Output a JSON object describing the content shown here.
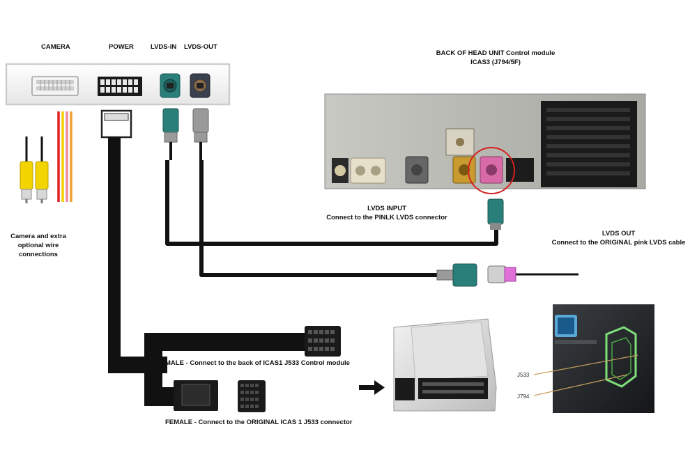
{
  "labels": {
    "camera": "CAMERA",
    "power": "POWER",
    "lvds_in": "LVDS-IN",
    "lvds_out": "LVDS-OUT",
    "head_unit_line1": "BACK OF HEAD UNIT Control module",
    "head_unit_line2": "ICAS3 (J794/5F)",
    "camera_extra_line1": "Camera and extra",
    "camera_extra_line2": "optional wire",
    "camera_extra_line3": "connections",
    "lvds_input_line1": "LVDS  INPUT",
    "lvds_input_line2": "Connect to the PINLK LVDS connector",
    "lvds_out_line1": "LVDS OUT",
    "lvds_out_line2": "Connect to the ORIGINAL pink  LVDS cable",
    "male": "MALE - Connect to the back of ICAS1 J533 Control module",
    "female": "FEMALE  - Connect to the ORIGINAL ICAS 1 J533 connector",
    "j533": "J533",
    "j794": "J794"
  },
  "colors": {
    "cable": "#111111",
    "lvds_teal": "#2a7f7a",
    "lvds_grey": "#8a8a8a",
    "lvds_pink": "#d86aa8",
    "lvds_gold": "#c99a30",
    "rca_yellow": "#f2d400",
    "wire_red": "#e02020",
    "wire_yellow": "#f4d000",
    "wire_pink": "#f08aa0",
    "wire_orange": "#f0a030",
    "highlight_circle": "#d42020"
  },
  "icons": [
    "rca-connector-icon",
    "lvds-connector-icon",
    "power-harness-icon",
    "quadlock-connector-icon",
    "control-module-icon",
    "arrow-right-icon"
  ]
}
